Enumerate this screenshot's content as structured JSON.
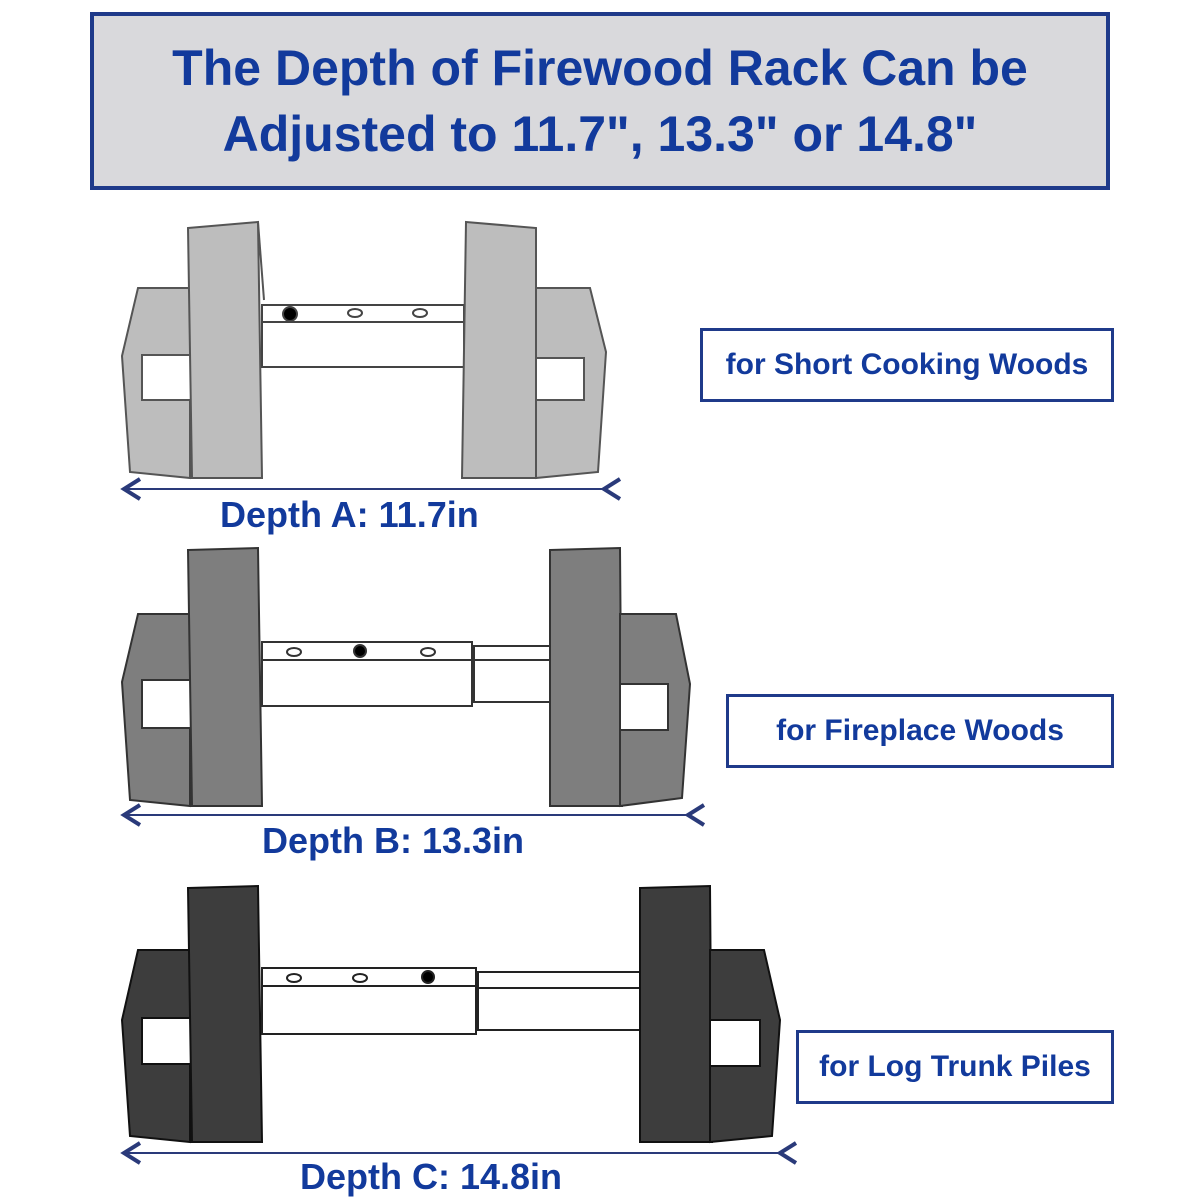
{
  "title": {
    "line1": "The Depth of Firewood Rack Can be",
    "line2": "Adjusted to 11.7\", 13.3\" or 14.8\""
  },
  "configs": [
    {
      "depth_label": "Depth A: 11.7in",
      "use_label": "for Short Cooking Woods",
      "shade": "#bdbdbd",
      "active_hole": 1
    },
    {
      "depth_label": "Depth B: 13.3in",
      "use_label": "for Fireplace Woods",
      "shade": "#7e7e7e",
      "active_hole": 2
    },
    {
      "depth_label": "Depth C: 14.8in",
      "use_label": "for Log Trunk Piles",
      "shade": "#3d3d3d",
      "active_hole": 3
    }
  ],
  "colors": {
    "accent": "#123a9c",
    "border": "#1f3a8a",
    "header_bg": "#d9d9dc"
  }
}
